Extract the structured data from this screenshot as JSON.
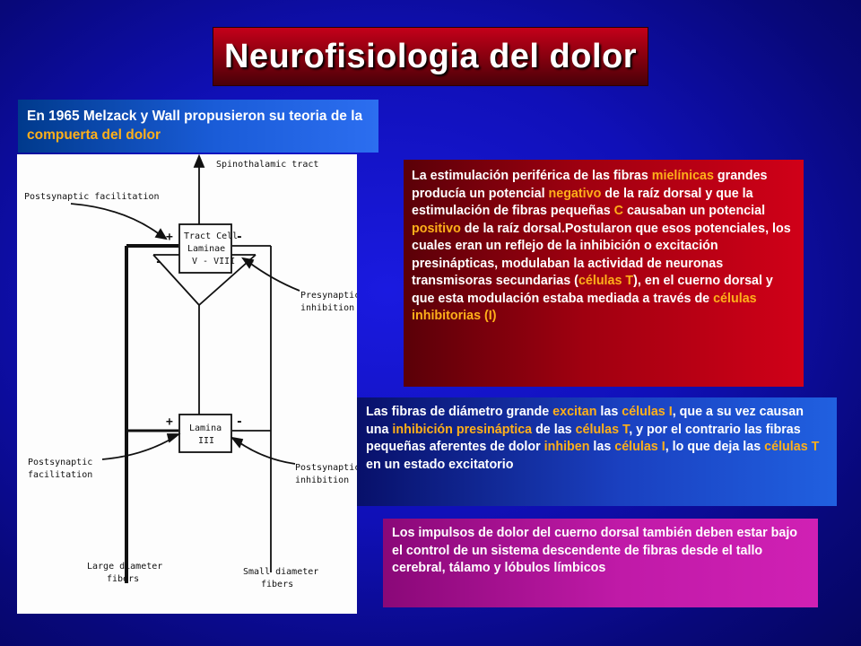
{
  "title": "Neurofisiologia del dolor",
  "intro": {
    "text_before": "En 1965 Melzack y Wall propusieron su teoria de la ",
    "highlight": "compuerta del dolor"
  },
  "figure": {
    "top_label": "Spinothalamic tract",
    "box_upper": [
      "Tract Cell",
      "Laminae",
      "V - VIII"
    ],
    "box_lower": [
      "Lamina",
      "III"
    ],
    "postsynaptic_upper": "Postsynaptic facilitation",
    "presynaptic_upper": [
      "Presynaptic",
      "inhibition"
    ],
    "postsynaptic_lower": [
      "Postsynaptic",
      "facilitation"
    ],
    "postsynaptic_inhibition": [
      "Postsynaptic",
      "inhibition"
    ],
    "large_fibers": [
      "Large diameter",
      "fibers"
    ],
    "small_fibers": [
      "Small diameter",
      "fibers"
    ],
    "plus": "+",
    "minus": "-"
  },
  "red_box": [
    {
      "t": "La estimulación periférica de las fibras "
    },
    {
      "t": "mielínicas",
      "hl": true
    },
    {
      "t": " grandes producía un potencial "
    },
    {
      "t": "negativo",
      "hl": true
    },
    {
      "t": "  de la raíz dorsal y que la estimulación de fibras pequeñas "
    },
    {
      "t": "C",
      "hl": true
    },
    {
      "t": " causaban un potencial "
    },
    {
      "t": "positivo",
      "hl": true
    },
    {
      "t": " de la raíz dorsal.Postularon que esos potenciales, los cuales eran un reflejo de la inhibición o excitación presinápticas, modulaban la actividad de neuronas transmisoras secundarias ("
    },
    {
      "t": "células T",
      "hl": true
    },
    {
      "t": "), en el cuerno dorsal y que esta modulación estaba mediada a través de "
    },
    {
      "t": "células inhibitorias (I)",
      "hl": true
    }
  ],
  "blue_box": [
    {
      "t": "Las fibras de diámetro grande "
    },
    {
      "t": "excitan",
      "hl": true
    },
    {
      "t": " las "
    },
    {
      "t": "células I",
      "hl": true
    },
    {
      "t": ", que a su vez  causan una "
    },
    {
      "t": "inhibición presináptica",
      "hl": true
    },
    {
      "t": "  de las "
    },
    {
      "t": "células T",
      "hl": true
    },
    {
      "t": ", y por el contrario las fibras pequeñas aferentes de dolor "
    },
    {
      "t": "inhiben",
      "hl": true
    },
    {
      "t": " las "
    },
    {
      "t": "células I",
      "hl": true
    },
    {
      "t": ", lo que deja las "
    },
    {
      "t": "células T",
      "hl": true
    },
    {
      "t": " en un estado excitatorio"
    }
  ],
  "magenta_box": [
    {
      "t": "Los impulsos de dolor del cuerno dorsal también deben estar bajo el control de un sistema descendente de fibras desde el tallo cerebral, tálamo y lóbulos límbicos"
    }
  ],
  "colors": {
    "highlight": "#ffb01a",
    "background": "#1010b8",
    "title_bg": "#8e0010"
  }
}
